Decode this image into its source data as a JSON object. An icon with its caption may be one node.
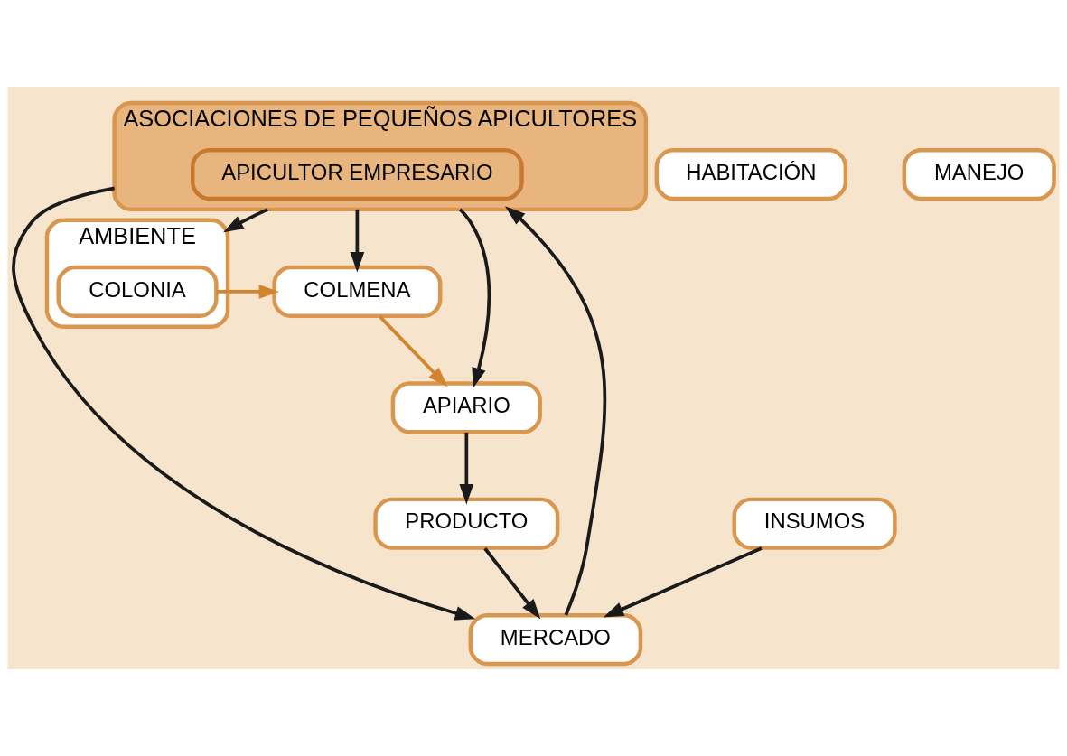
{
  "diagram": {
    "nodes": [
      {
        "text": [
          "ASOCIACIONES DE PEQUEÑOS APICULTORES"
        ]
      },
      {
        "text": [
          "APICULTOR EMPRESARIO"
        ],
        "in": 0
      },
      {
        "text": [
          "INSUMOS"
        ]
      },
      {
        "text": [
          "MERCADO"
        ]
      },
      {
        "text": [
          "PRODUCTO"
        ]
      },
      {
        "text": [
          "HABITACIÓN"
        ]
      },
      {
        "text": [
          "MANEJO"
        ]
      },
      {
        "text": [
          "AMBIENTE"
        ]
      },
      {
        "text": [
          "COLONIA"
        ],
        "in": 7
      },
      {
        "text": [
          "COLMENA"
        ]
      },
      {
        "text": [
          "APIARIO"
        ]
      }
    ],
    "edges": [
      {
        "from": 2,
        "to": 3,
        "arrow": "to"
      },
      {
        "from": 0,
        "to": 3,
        "arrow": "to"
      },
      {
        "from": 3,
        "to": 0,
        "arrow": "to"
      },
      {
        "from": 4,
        "to": 3,
        "arrow": "to"
      },
      {
        "from": 10,
        "to": 4,
        "arrow": "to"
      },
      {
        "from": 0,
        "to": 7,
        "arrow": "to"
      },
      {
        "from": 0,
        "to": 9,
        "arrow": "to"
      },
      {
        "from": 0,
        "to": 10,
        "arrow": "to"
      },
      {
        "from": 8,
        "to": 9,
        "arrow": "to",
        "color": "#d2852e"
      },
      {
        "from": 9,
        "to": 10,
        "arrow": "to",
        "color": "#d2852e"
      }
    ]
  }
}
